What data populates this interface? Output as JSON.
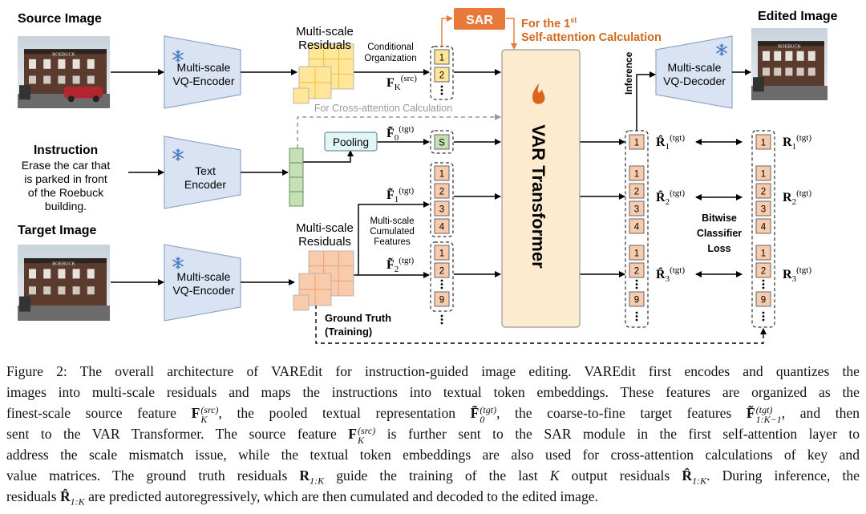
{
  "diagram": {
    "source_image_label": "Source Image",
    "target_image_label": "Target Image",
    "edited_image_label": "Edited Image",
    "photo_sign": "ROEBUCK",
    "instruction_title": "Instruction",
    "instruction_lines": [
      "Erase the car that",
      "is parked in front",
      "of the Roebuck",
      "building."
    ],
    "encoder_src": [
      "Multi-scale",
      "VQ-Encoder"
    ],
    "text_encoder": [
      "Text",
      "Encoder"
    ],
    "encoder_tgt": [
      "Multi-scale",
      "VQ-Encoder"
    ],
    "decoder": [
      "Multi-scale",
      "VQ-Decoder"
    ],
    "residuals_src": [
      "Multi-scale",
      "Residuals"
    ],
    "residuals_tgt": [
      "Multi-scale",
      "Residuals"
    ],
    "conditional_org": [
      "Conditional",
      "Organization"
    ],
    "sar": "SAR",
    "self_attn": {
      "line1": "For the 1",
      "sup": "st",
      "line2": "Self-attention Calculation"
    },
    "cross_attn": "For Cross-attention Calculation",
    "pooling": "Pooling",
    "var_transformer": "VAR Transformer",
    "cumulated": [
      "Multi-scale",
      "Cumulated",
      "Features"
    ],
    "ground_truth": [
      "Ground Truth",
      "(Training)"
    ],
    "inference": "Inference",
    "loss": [
      "Bitwise",
      "Classifier",
      "Loss"
    ],
    "labels": {
      "fk_src": {
        "base": "F",
        "sub": "K",
        "sup": "(src)"
      },
      "f0_tgt": {
        "base": "F̃",
        "sub": "0",
        "sup": "(tgt)"
      },
      "f1_tgt": {
        "base": "F̃",
        "sub": "1",
        "sup": "(tgt)"
      },
      "f2_tgt": {
        "base": "F̃",
        "sub": "2",
        "sup": "(tgt)"
      },
      "r1_hat": {
        "base": "R̂",
        "sub": "1",
        "sup": "(tgt)"
      },
      "r2_hat": {
        "base": "R̂",
        "sub": "2",
        "sup": "(tgt)"
      },
      "r3_hat": {
        "base": "R̂",
        "sub": "3",
        "sup": "(tgt)"
      },
      "r1": {
        "base": "R",
        "sub": "1",
        "sup": "(tgt)"
      },
      "r2": {
        "base": "R",
        "sub": "2",
        "sup": "(tgt)"
      },
      "r3": {
        "base": "R",
        "sub": "3",
        "sup": "(tgt)"
      }
    },
    "cells": {
      "src": [
        "1",
        "2"
      ],
      "pool": [
        "S"
      ],
      "f1": [
        "1",
        "2",
        "3",
        "4"
      ],
      "f2": [
        "1",
        "2",
        "9"
      ],
      "out_1": [
        "1"
      ],
      "out_2": [
        "1",
        "2",
        "3",
        "4"
      ],
      "out_3": [
        "1",
        "2",
        "9"
      ]
    },
    "colors": {
      "accent_orange": "#E8793A",
      "orange_text": "#D2691E",
      "transformer_fill": "#FDEBD0",
      "encoder_fill": "#DAE3F3",
      "yellow_cell": "#FFE699",
      "orange_cell": "#F8CBAD",
      "green_cell": "#C5E0B4",
      "pooling_fill": "#E2F6F8",
      "gray_dashed": "#999999"
    },
    "icons": {
      "frozen": "snowflake-icon",
      "trainable": "flame-icon"
    }
  },
  "caption": {
    "lines": [
      [
        {
          "t": "Figure 2: The overall architecture of VAREdit for instruction-guided image editing. VAREdit first encodes and quantizes the"
        }
      ],
      [
        {
          "t": "images into multi-scale residuals and maps the instructions into textual token embeddings. These features are organized as the"
        }
      ],
      [
        {
          "t": "finest-scale source feature "
        },
        {
          "b": "F",
          "sub": "K",
          "sup": "(src)"
        },
        {
          "t": ", the pooled textual representation "
        },
        {
          "b": "F̃",
          "sub": "0",
          "sup": "(tgt)"
        },
        {
          "t": ", the coarse-to-fine target features "
        },
        {
          "b": "F̃",
          "sub": "1:K−1",
          "sup": "(tgt)"
        },
        {
          "t": ", and then"
        }
      ],
      [
        {
          "t": "sent to the VAR Transformer. The source feature "
        },
        {
          "b": "F",
          "sub": "K",
          "sup": "(src)"
        },
        {
          "t": " is further sent to the SAR module in the first self-attention layer to"
        }
      ],
      [
        {
          "t": "address the scale mismatch issue, while the textual token embeddings are also used for cross-attention calculations of key and"
        }
      ],
      [
        {
          "t": "value matrices. The ground truth residuals "
        },
        {
          "b": "R",
          "sub": "1:K"
        },
        {
          "t": " guide the training of the last "
        },
        {
          "i": "K"
        },
        {
          "t": " output residuals "
        },
        {
          "b": "R̂",
          "sub": "1:K"
        },
        {
          "t": ". During inference, the"
        }
      ],
      [
        {
          "t": "residuals "
        },
        {
          "b": "R̂",
          "sub": "1:K"
        },
        {
          "t": " are predicted autoregressively, which are then cumulated and decoded to the edited image."
        }
      ]
    ]
  }
}
